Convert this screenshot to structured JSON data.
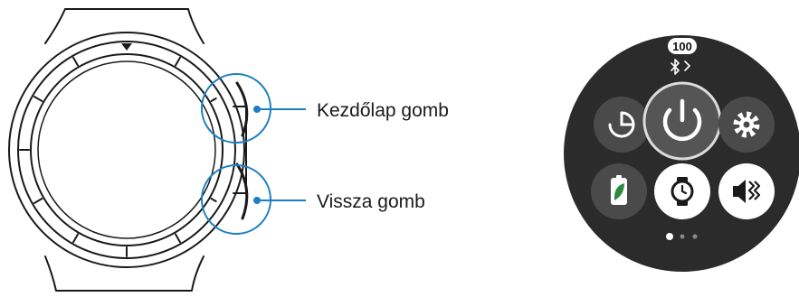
{
  "callouts": {
    "home_key": "Kezdőlap gomb",
    "back_key": "Vissza gomb"
  },
  "quick_panel": {
    "battery_level": "100",
    "status_icons": [
      "bluetooth-icon",
      "chevron-right-icon"
    ],
    "buttons": [
      {
        "icon": "data-usage-icon",
        "selected": false
      },
      {
        "icon": "power-icon",
        "selected": true
      },
      {
        "icon": "settings-gear-icon",
        "selected": false
      },
      {
        "icon": "power-saving-icon",
        "selected": false
      },
      {
        "icon": "watch-only-mode-icon",
        "selected": false
      },
      {
        "icon": "sound-mute-icon",
        "selected": false
      }
    ],
    "page_indicator": {
      "pages": 3,
      "current": 1
    }
  },
  "colors": {
    "callout_line": "#1e7fc0",
    "panel_background": "#2b2b2b",
    "button_dark": "#4a4a4a",
    "button_light": "#ffffff"
  }
}
